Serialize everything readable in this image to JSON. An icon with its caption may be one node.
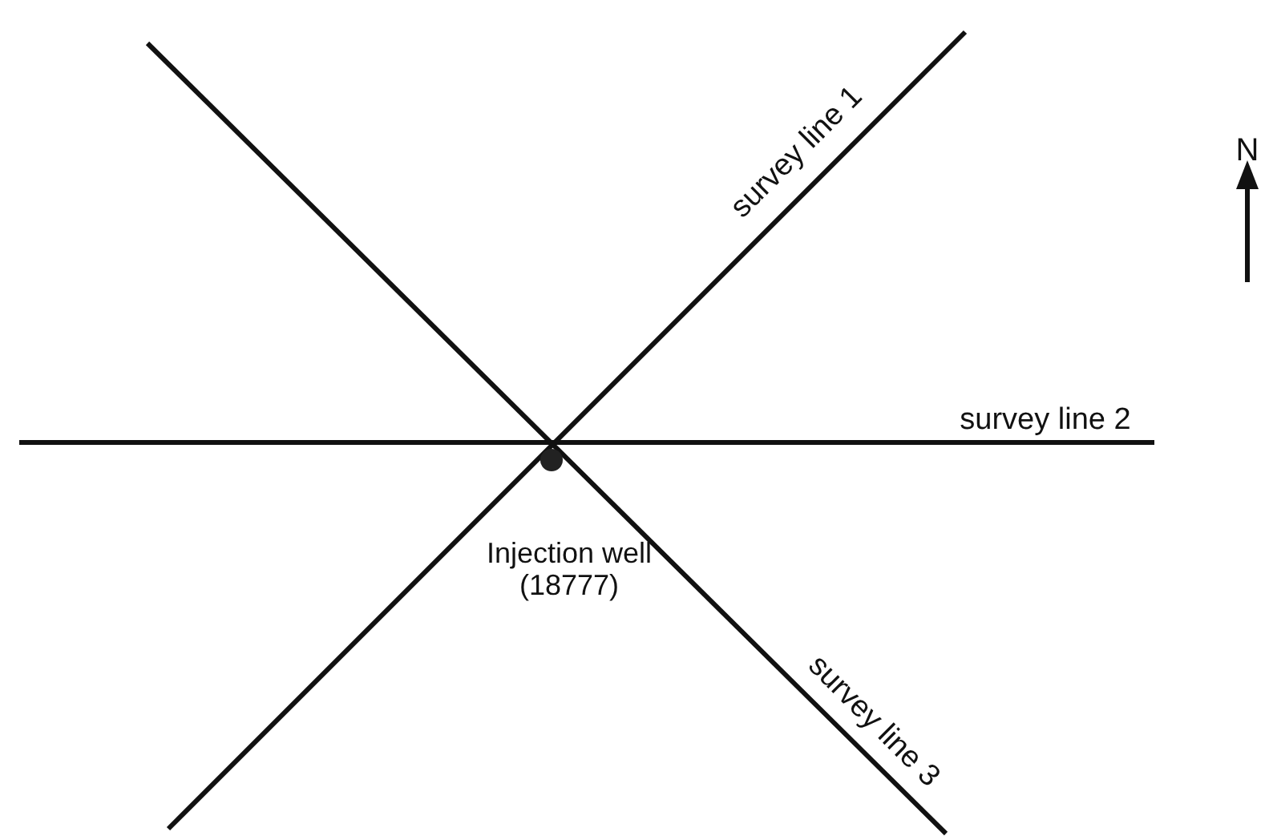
{
  "diagram": {
    "nodes": [
      {
        "text": [],
        "shape": "circle",
        "beside": [
          "Injection well (18777)"
        ]
      }
    ],
    "labels": [
      "survey line 1",
      "N",
      "survey line 2",
      "survey line 3"
    ]
  }
}
